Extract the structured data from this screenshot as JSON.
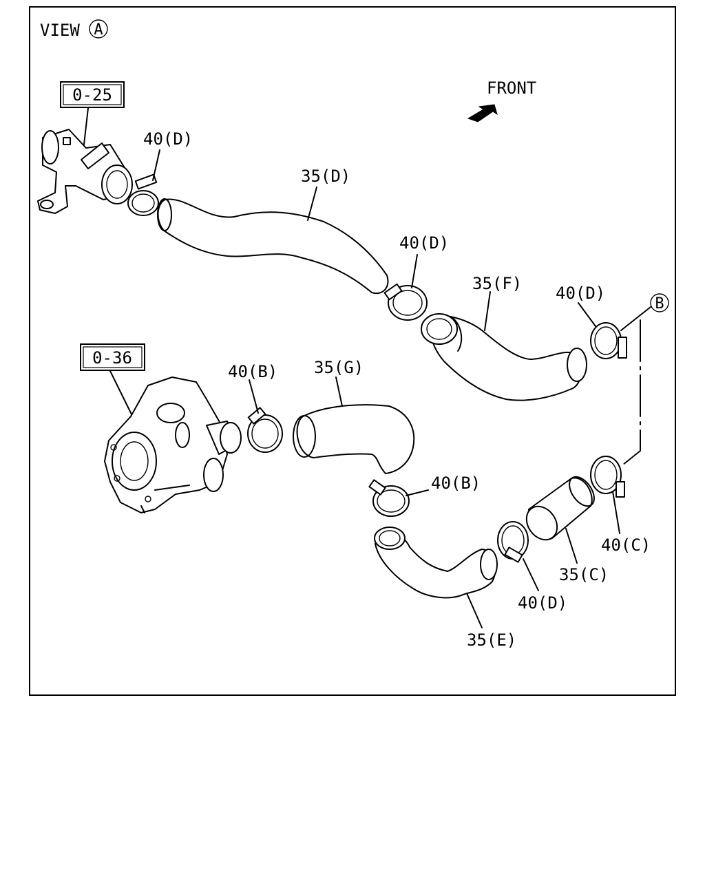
{
  "view": {
    "prefix": "VIEW",
    "letter": "A"
  },
  "direction": {
    "label": "FRONT"
  },
  "refs": {
    "top_box": "0-25",
    "mid_box": "0-36"
  },
  "connector": {
    "letter": "B"
  },
  "labels": {
    "clamp_d_1": "40(D)",
    "hose_d": "35(D)",
    "clamp_d_2": "40(D)",
    "hose_f": "35(F)",
    "clamp_d_3": "40(D)",
    "clamp_b_1": "40(B)",
    "hose_g": "35(G)",
    "clamp_b_2": "40(B)",
    "clamp_c": "40(C)",
    "hose_c": "35(C)",
    "clamp_d_4": "40(D)",
    "hose_e": "35(E)"
  }
}
